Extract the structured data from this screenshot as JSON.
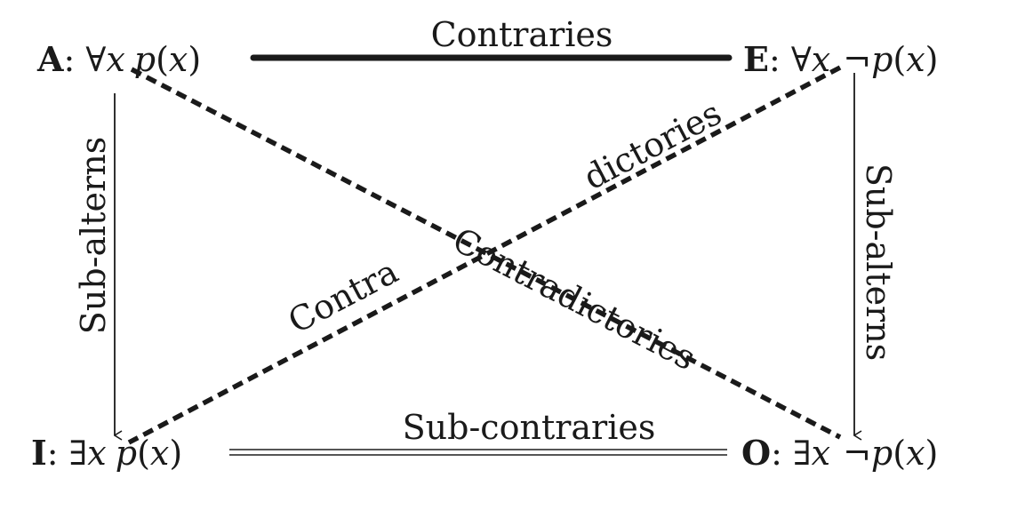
{
  "title": "Square of opposition",
  "nodes": {
    "A": {
      "letter": "A",
      "sep": ": ",
      "quant": "∀",
      "var": "x",
      "neg": "",
      "pred": "p",
      "open": "(",
      "arg": "x",
      "close": ")"
    },
    "E": {
      "letter": "E",
      "sep": ": ",
      "quant": "∀",
      "var": "x",
      "neg": "¬",
      "pred": "p",
      "open": "(",
      "arg": "x",
      "close": ")"
    },
    "I": {
      "letter": "I",
      "sep": ": ",
      "quant": "∃",
      "var": "x",
      "neg": "",
      "pred": "p",
      "open": "(",
      "arg": "x",
      "close": ")"
    },
    "O": {
      "letter": "O",
      "sep": ": ",
      "quant": "∃",
      "var": "x",
      "neg": "¬",
      "pred": "p",
      "open": "(",
      "arg": "x",
      "close": ")"
    }
  },
  "edges": {
    "contraries": "Contraries",
    "sub_contraries": "Sub-contraries",
    "sub_alterns_left": "Sub-alterns",
    "sub_alterns_right": "Sub-alterns",
    "contradictories_ae": "Contradictories",
    "contradictories_ei_part1": "Contra",
    "contradictories_ei_part2": "dictories"
  },
  "colors": {
    "ink": "#1a1a1a",
    "double_line": "#555555",
    "background": "#ffffff"
  }
}
